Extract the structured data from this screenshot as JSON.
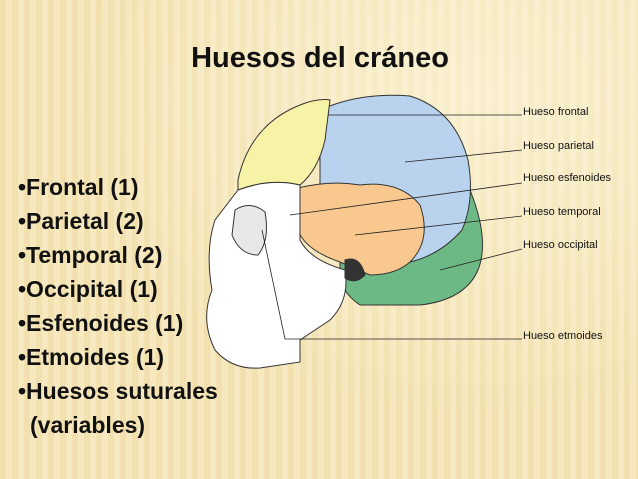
{
  "title": "Huesos del cráneo",
  "bullets": [
    "•Frontal (1)",
    "•Parietal (2)",
    "•Temporal (2)",
    "•Occipital (1)",
    "•Esfenoides (1)",
    "•Etmoides (1)",
    "•Huesos suturales"
  ],
  "bullet_continuation": "(variables)",
  "labels": {
    "frontal": "Hueso frontal",
    "parietal": "Hueso parietal",
    "esfenoides": "Hueso esfenoides",
    "temporal": "Hueso temporal",
    "occipital": "Hueso occipital",
    "etmoides": "Hueso etmoides"
  },
  "colors": {
    "frontal": "#f7f3a6",
    "parietal": "#b9d3ef",
    "temporal": "#f8c88e",
    "esfenoides": "#e6a5d6",
    "occipital": "#6db985",
    "face": "#ffffff"
  }
}
